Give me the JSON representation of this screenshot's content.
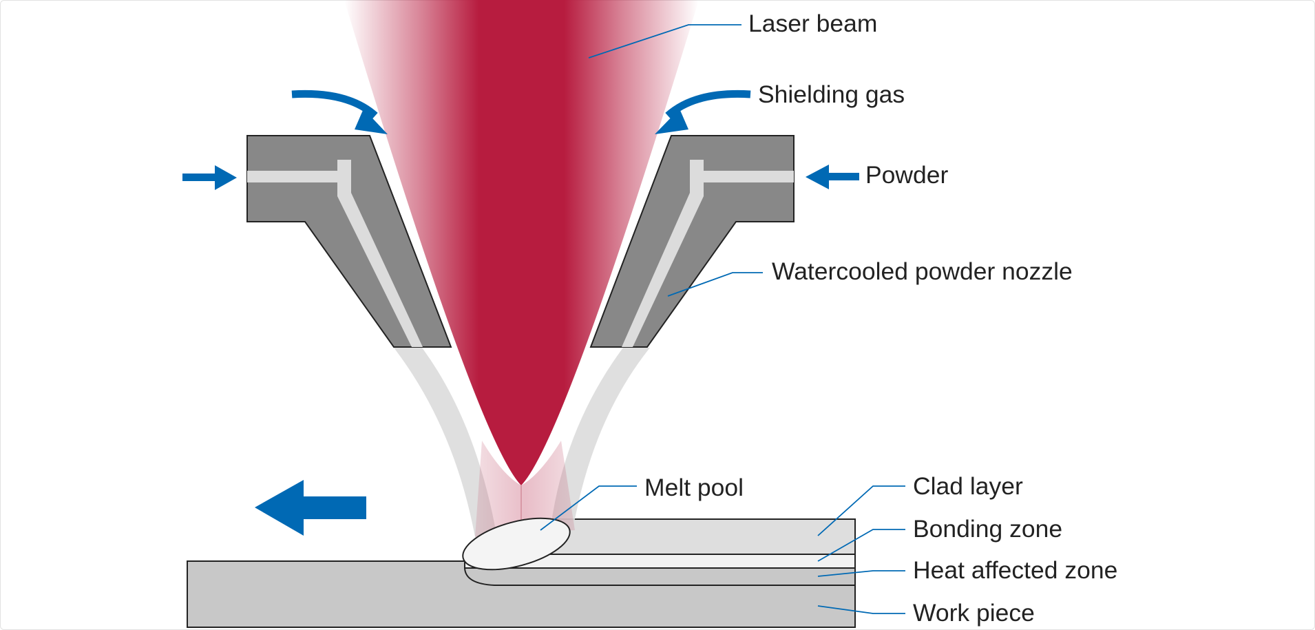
{
  "labels": {
    "laser_beam": "Laser beam",
    "shielding_gas": "Shielding gas",
    "powder": "Powder",
    "nozzle": "Watercooled powder nozzle",
    "melt_pool": "Melt pool",
    "clad_layer": "Clad layer",
    "bonding_zone": "Bonding zone",
    "heat_affected_zone": "Heat affected zone",
    "work_piece": "Work piece"
  },
  "colors": {
    "laser": "#b71c3f",
    "arrow": "#0069b4",
    "leader_line": "#0069b4",
    "nozzle": "#888888",
    "powder_channel": "#dcdcdc",
    "work_piece": "#c8c8c8",
    "clad_layer": "#dedede",
    "melt_pool": "#f4f4f4"
  },
  "icons": {
    "gas_arrows": "curved-arrow-icon",
    "powder_arrows": "arrow-right-icon",
    "motion_arrow": "arrow-left-icon"
  }
}
